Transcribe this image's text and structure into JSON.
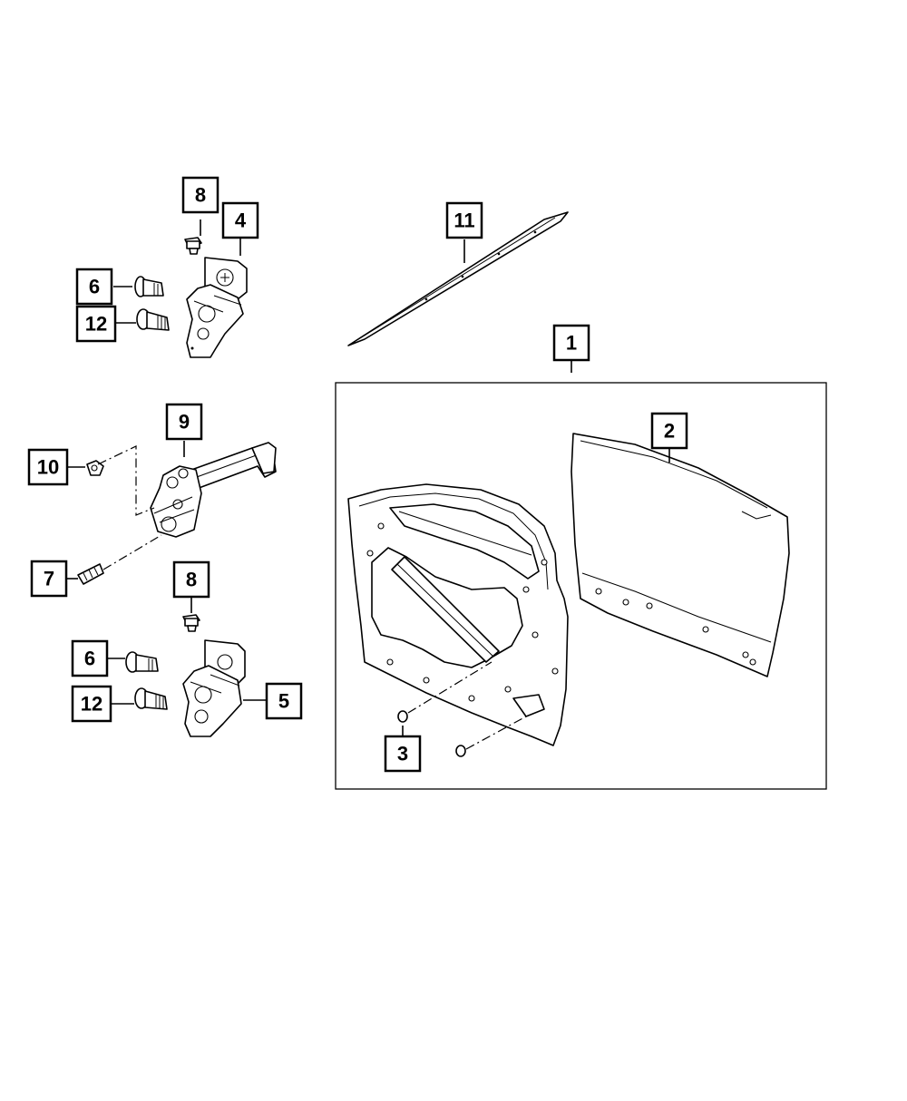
{
  "callouts": [
    {
      "id": "c8a",
      "label": "8"
    },
    {
      "id": "c4",
      "label": "4"
    },
    {
      "id": "c6a",
      "label": "6"
    },
    {
      "id": "c12a",
      "label": "12"
    },
    {
      "id": "c11",
      "label": "11"
    },
    {
      "id": "c1",
      "label": "1"
    },
    {
      "id": "c9",
      "label": "9"
    },
    {
      "id": "c10",
      "label": "10"
    },
    {
      "id": "c2",
      "label": "2"
    },
    {
      "id": "c7",
      "label": "7"
    },
    {
      "id": "c8b",
      "label": "8"
    },
    {
      "id": "c6b",
      "label": "6"
    },
    {
      "id": "c5",
      "label": "5"
    },
    {
      "id": "c12b",
      "label": "12"
    },
    {
      "id": "c3",
      "label": "3"
    }
  ],
  "colors": {
    "line": "#000000",
    "background": "#ffffff"
  }
}
